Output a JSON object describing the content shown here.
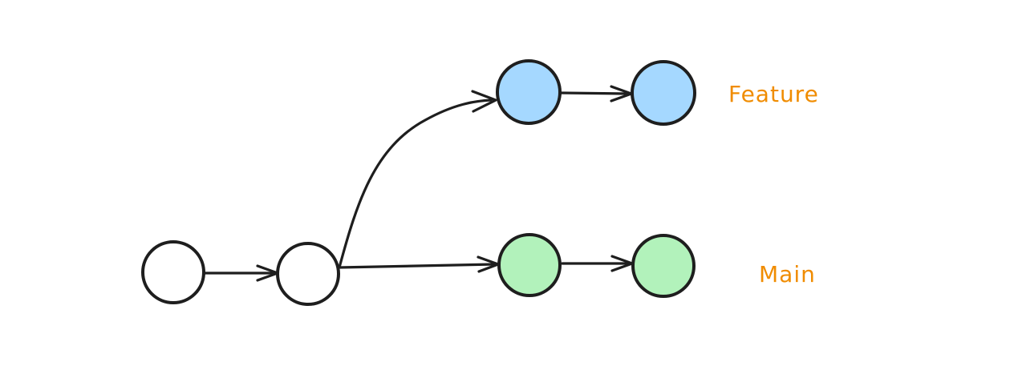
{
  "canvas": {
    "background": "#ffffff"
  },
  "colors": {
    "stroke": "#1e1e1e",
    "trunk_fill": "#ffffff",
    "feature_fill": "#a5d8ff",
    "main_fill": "#b2f2bb",
    "label_color": "#f08c00"
  },
  "labels": {
    "feature": "Feature",
    "main": "Main"
  },
  "diagram": {
    "type": "git-branch-flow",
    "nodes": [
      {
        "id": "trunk-1",
        "branch": "trunk",
        "fill_color": "#ffffff"
      },
      {
        "id": "trunk-2",
        "branch": "trunk",
        "fill_color": "#ffffff"
      },
      {
        "id": "feature-1",
        "branch": "Feature",
        "fill_color": "#a5d8ff"
      },
      {
        "id": "feature-2",
        "branch": "Feature",
        "fill_color": "#a5d8ff"
      },
      {
        "id": "main-1",
        "branch": "Main",
        "fill_color": "#b2f2bb"
      },
      {
        "id": "main-2",
        "branch": "Main",
        "fill_color": "#b2f2bb"
      }
    ],
    "edges": [
      {
        "from": "trunk-1",
        "to": "trunk-2",
        "style": "straight"
      },
      {
        "from": "trunk-2",
        "to": "feature-1",
        "style": "curved-up"
      },
      {
        "from": "feature-1",
        "to": "feature-2",
        "style": "straight"
      },
      {
        "from": "trunk-2",
        "to": "main-1",
        "style": "straight"
      },
      {
        "from": "main-1",
        "to": "main-2",
        "style": "straight"
      }
    ]
  }
}
